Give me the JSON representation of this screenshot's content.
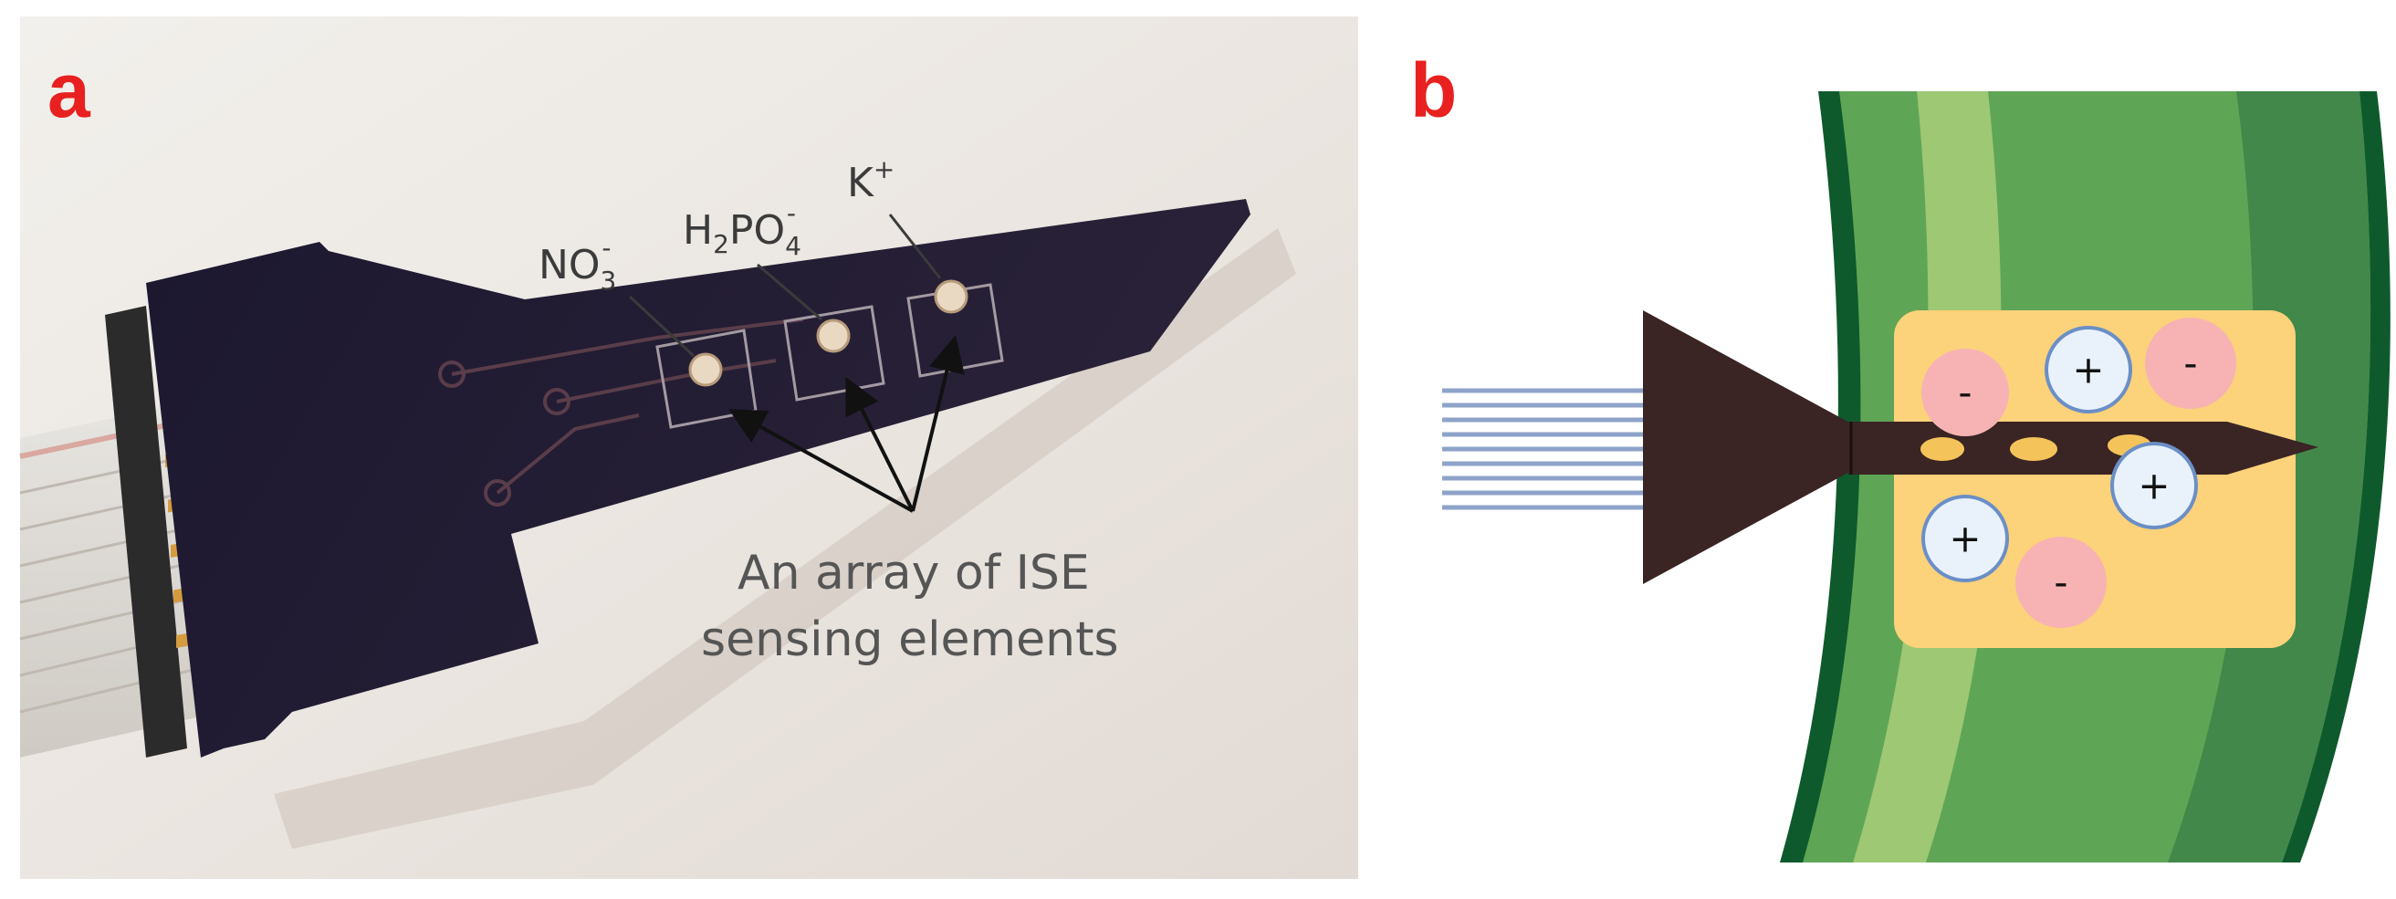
{
  "panels": {
    "a": {
      "label": "a",
      "ions": {
        "nitrate": {
          "base": "NO",
          "sub": "3",
          "sup": "-"
        },
        "phosphate": {
          "base": "H",
          "sub1": "2",
          "mid": "PO",
          "sub2": "4",
          "sup": "-"
        },
        "potassium": {
          "base": "K",
          "sup": "+"
        }
      },
      "caption": {
        "line1": "An array of ISE",
        "line2": "sensing elements"
      }
    },
    "b": {
      "label": "b",
      "charges": {
        "positive": "+",
        "negative": "-"
      }
    }
  },
  "colors": {
    "label_red": "#e8201f",
    "stem_dark_green": "#0f5a2c",
    "stem_mid_green": "#5fa556",
    "stem_light_green": "#9ec874",
    "stem_edge_green": "#42884a",
    "sap_region": "#fcd27a",
    "probe_brown": "#3a2424",
    "cable_blue": "#8ea3c9",
    "anion_pink": "#f7b3b3",
    "cation_fill": "#e9f2fb",
    "cation_stroke": "#6b8fc6",
    "pad_yellow": "#f4c35a"
  }
}
